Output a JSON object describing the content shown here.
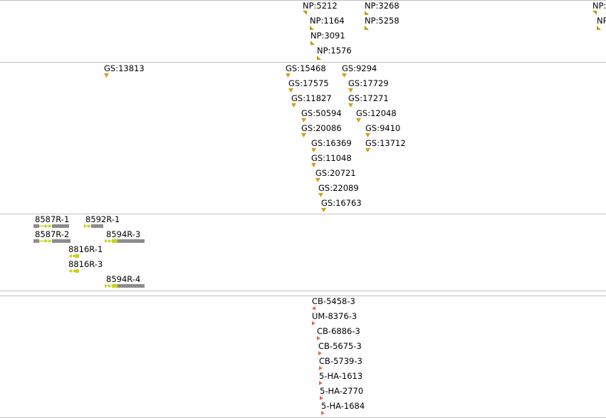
{
  "colors": {
    "np": "#c8960a",
    "gs": "#d4a017",
    "cb": "#e8674a",
    "gene_yellow": "#c8d21e",
    "gene_gray": "#8c8c8c",
    "separator": "#c0c0c0"
  },
  "tracks": [
    {
      "name": "np-track",
      "features": [
        {
          "label": "NP:5212",
          "glyph": "left-flag-icon"
        },
        {
          "label": "NP:1164",
          "glyph": "right-flag-icon"
        },
        {
          "label": "NP:3091",
          "glyph": "right-flag-icon"
        },
        {
          "label": "NP:1576",
          "glyph": "right-flag-icon"
        },
        {
          "label": "NP:3268",
          "glyph": "right-flag-icon"
        },
        {
          "label": "NP:5258",
          "glyph": "right-flag-icon"
        },
        {
          "label": "NP:",
          "glyph": "left-flag-icon"
        },
        {
          "label": "NP",
          "glyph": "right-flag-icon"
        }
      ]
    },
    {
      "name": "gs-track",
      "features": [
        {
          "label": "GS:13813"
        },
        {
          "label": "GS:15468"
        },
        {
          "label": "GS:17575"
        },
        {
          "label": "GS:11827"
        },
        {
          "label": "GS:50594"
        },
        {
          "label": "GS:20086"
        },
        {
          "label": "GS:16369"
        },
        {
          "label": "GS:11048"
        },
        {
          "label": "GS:20721"
        },
        {
          "label": "GS:22089"
        },
        {
          "label": "GS:16763"
        },
        {
          "label": "GS:9294"
        },
        {
          "label": "GS:17729"
        },
        {
          "label": "GS:17271"
        },
        {
          "label": "GS:12048"
        },
        {
          "label": "GS:9410"
        },
        {
          "label": "GS:13712"
        }
      ]
    },
    {
      "name": "gene-track",
      "features": [
        {
          "label": "8587R-1"
        },
        {
          "label": "8592R-1"
        },
        {
          "label": "8587R-2"
        },
        {
          "label": "8594R-3"
        },
        {
          "label": "8816R-1"
        },
        {
          "label": "8816R-3"
        },
        {
          "label": "8594R-4"
        }
      ]
    },
    {
      "name": "cb-track",
      "features": [
        {
          "label": "CB-5458-3",
          "glyph": "left-flag-icon"
        },
        {
          "label": "UM-8376-3",
          "glyph": "right-flag-icon"
        },
        {
          "label": "CB-6886-3",
          "glyph": "right-flag-icon"
        },
        {
          "label": "CB-5675-3",
          "glyph": "right-flag-icon"
        },
        {
          "label": "CB-5739-3",
          "glyph": "right-flag-icon"
        },
        {
          "label": "5-HA-1613",
          "glyph": "right-flag-icon"
        },
        {
          "label": "5-HA-2770",
          "glyph": "right-flag-icon"
        },
        {
          "label": "5-HA-1684",
          "glyph": "right-flag-icon"
        }
      ]
    }
  ]
}
